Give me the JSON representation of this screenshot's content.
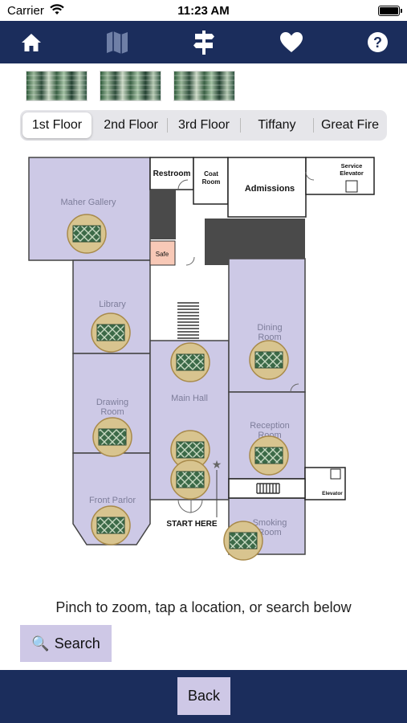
{
  "status_bar": {
    "carrier": "Carrier",
    "time": "11:23 AM"
  },
  "nav": {
    "icons": [
      "home-icon",
      "map-icon",
      "signpost-icon",
      "heart-icon",
      "help-icon"
    ],
    "color": "#1b2d5c"
  },
  "floor_tabs": [
    {
      "label": "1st Floor",
      "selected": true
    },
    {
      "label": "2nd Floor",
      "selected": false
    },
    {
      "label": "3rd Floor",
      "selected": false
    },
    {
      "label": "Tiffany",
      "selected": false
    },
    {
      "label": "Great Fire",
      "selected": false
    }
  ],
  "map": {
    "rooms": {
      "maher_gallery": "Maher Gallery",
      "library": "Library",
      "drawing_room": "Drawing Room",
      "front_parlor": "Front Parlor",
      "restroom": "Restroom",
      "coat_room": "Coat Room",
      "admissions": "Admissions",
      "service_elevator": "Service Elevator",
      "safe": "Safe",
      "dining_room": "Dining Room",
      "main_hall": "Main Hall",
      "reception_room": "Reception Room",
      "smoking_room": "Smoking Room",
      "elevator": "Elevator"
    },
    "start_label": "START HERE",
    "room_color": "#cdc9e6",
    "marker_border": "#a88a4a"
  },
  "hint_text": "Pinch to zoom, tap a location, or search below",
  "search_label": "Search",
  "back_label": "Back",
  "accent_button": "#cec8e6"
}
